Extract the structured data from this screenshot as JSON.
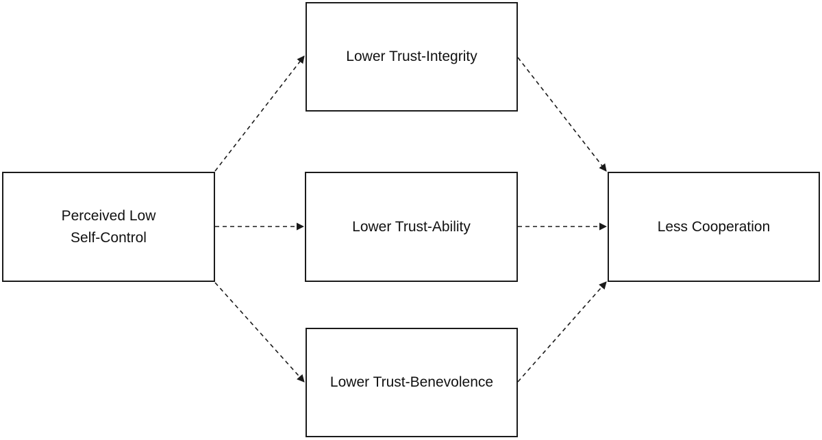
{
  "diagram": {
    "nodes": [
      {
        "id": "perceived-low-self-control",
        "label": "Perceived Low\nSelf-Control"
      },
      {
        "id": "lower-trust-integrity",
        "label": "Lower Trust-Integrity"
      },
      {
        "id": "lower-trust-ability",
        "label": "Lower Trust-Ability"
      },
      {
        "id": "lower-trust-benevolence",
        "label": "Lower Trust-Benevolence"
      },
      {
        "id": "less-cooperation",
        "label": "Less Cooperation"
      }
    ],
    "edges": [
      {
        "from": "perceived-low-self-control",
        "to": "lower-trust-integrity",
        "style": "dashed"
      },
      {
        "from": "perceived-low-self-control",
        "to": "lower-trust-ability",
        "style": "dashed"
      },
      {
        "from": "perceived-low-self-control",
        "to": "lower-trust-benevolence",
        "style": "dashed"
      },
      {
        "from": "lower-trust-integrity",
        "to": "less-cooperation",
        "style": "dashed"
      },
      {
        "from": "lower-trust-ability",
        "to": "less-cooperation",
        "style": "dashed"
      },
      {
        "from": "lower-trust-benevolence",
        "to": "less-cooperation",
        "style": "dashed"
      }
    ],
    "colors": {
      "stroke": "#1a1a1a",
      "text": "#111111",
      "background": "#ffffff"
    }
  }
}
